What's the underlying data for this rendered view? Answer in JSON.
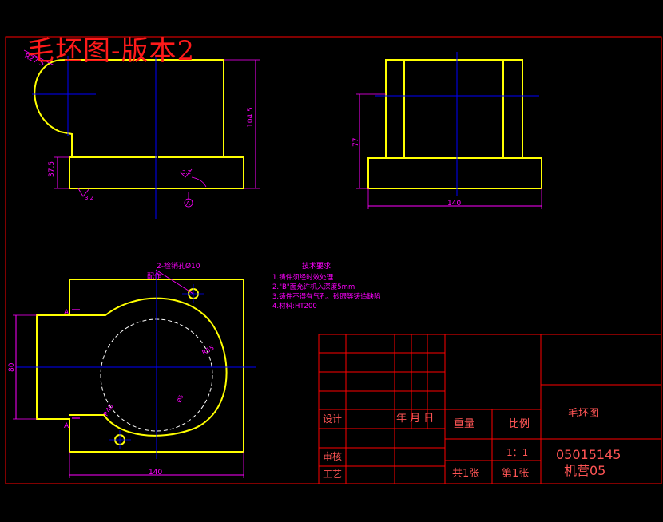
{
  "watermark": "毛坯图-版本2",
  "colors": {
    "frame": "#ff0000",
    "part": "#ffff00",
    "center": "#0000ff",
    "dim": "#ff00ff",
    "hidden": "#ffffff",
    "dim_text": "#ff00ff",
    "title_text": "#ff5555"
  },
  "views": {
    "front": {
      "radius_label": "R27.5",
      "height_total": "104.5",
      "height_base": "37.5",
      "roughness_left": "3.2",
      "roughness_mid": "3.2",
      "section_mark": "A"
    },
    "side": {
      "height": "77",
      "width": "140"
    },
    "top": {
      "hole_note": "2-检销孔Ø10",
      "hole_note2": "配作",
      "section_left_top": "A",
      "section_left_bottom": "A",
      "radius_r55": "R55",
      "radius_r40": "R40",
      "dia_label": "Ø5",
      "height": "80",
      "width": "140"
    }
  },
  "notes": {
    "title": "技术要求",
    "items": [
      "1.铸件须经时效处理",
      "2.\"B\"面允许机入深度5mm",
      "3.铸件不得有气孔、砂眼等铸造缺陷",
      "4.材料:HT200"
    ]
  },
  "title_block": {
    "drawing_name": "毛坯图",
    "design": "设计",
    "date": "年 月 日",
    "weight": "重量",
    "scale_label": "比例",
    "scale_value": "1：1",
    "review": "审核",
    "process": "工艺",
    "total_sheets": "共1张",
    "sheet_no": "第1张",
    "drawing_no": "05015145",
    "dept": "机营05"
  }
}
